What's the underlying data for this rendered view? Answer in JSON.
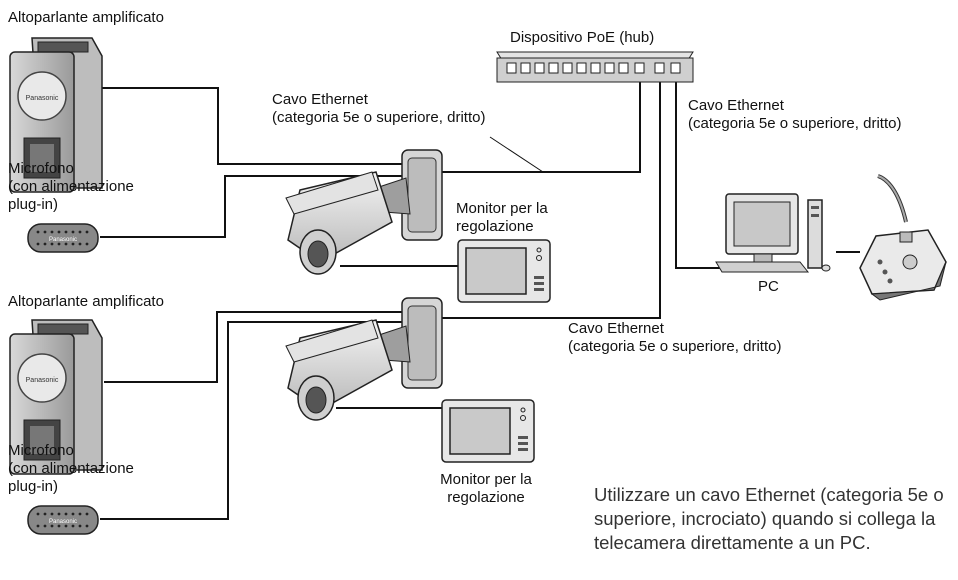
{
  "labels": {
    "speaker_top": "Altoparlante amplificato",
    "speaker_bottom": "Altoparlante amplificato",
    "hub": "Dispositivo PoE (hub)",
    "cable_top_left": [
      "Cavo Ethernet",
      "(categoria 5e o superiore, dritto)"
    ],
    "cable_right": [
      "Cavo Ethernet",
      "(categoria 5e o superiore, dritto)"
    ],
    "cable_middle": [
      "Cavo Ethernet",
      "(categoria 5e o superiore, dritto)"
    ],
    "mic_top": [
      "Microfono",
      "(con alimentazione",
      "plug-in)"
    ],
    "mic_bottom": [
      "Microfono",
      "(con alimentazione",
      "plug-in)"
    ],
    "monitor_top": [
      "Monitor per la",
      "regolazione"
    ],
    "monitor_bottom": [
      "Monitor per la",
      "regolazione"
    ],
    "pc": "PC",
    "brand": "Panasonic"
  },
  "note": "Utilizzare un cavo Ethernet (categoria 5e o superiore, incrociato) quando si collega la telecamera direttamente a un PC."
}
